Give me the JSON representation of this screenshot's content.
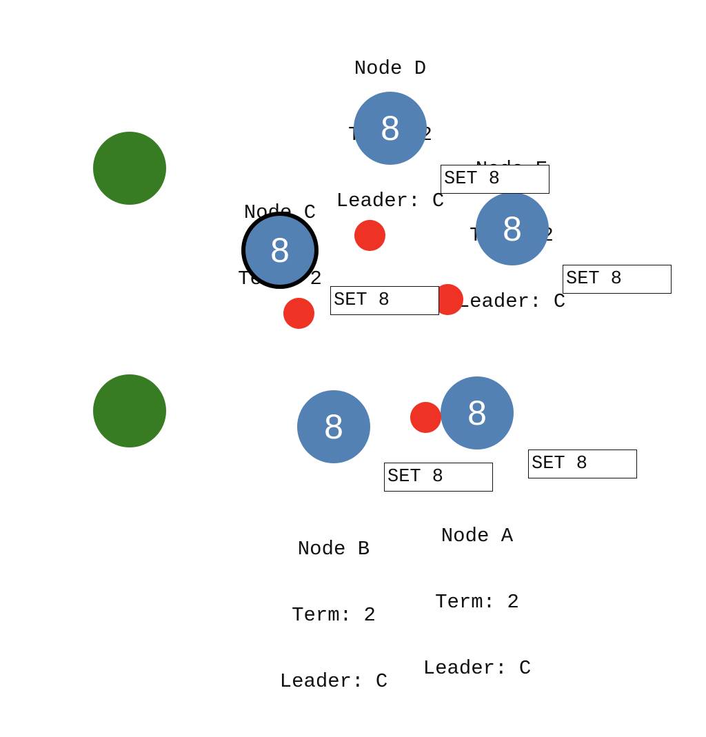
{
  "nodes": [
    {
      "id": "D",
      "name": "Node D",
      "term": "Term: 2",
      "leader": "Leader: C",
      "value": "8"
    },
    {
      "id": "E",
      "name": "Node E",
      "term": "Term: 2",
      "leader": "Leader: C",
      "value": "8"
    },
    {
      "id": "C",
      "name": "Node C",
      "term": "Term: 2",
      "leader": "",
      "value": "8",
      "is_leader": true
    },
    {
      "id": "B",
      "name": "Node B",
      "term": "Term: 2",
      "leader": "Leader: C",
      "value": "8"
    },
    {
      "id": "A",
      "name": "Node A",
      "term": "Term: 2",
      "leader": "Leader: C",
      "value": "8"
    }
  ],
  "commands": [
    "SET 8",
    "SET 8",
    "SET 8",
    "SET 8",
    "SET 8"
  ],
  "colors": {
    "node": "#5381b3",
    "client": "#377c22",
    "message": "#ee3224",
    "leader_border": "#000000"
  }
}
